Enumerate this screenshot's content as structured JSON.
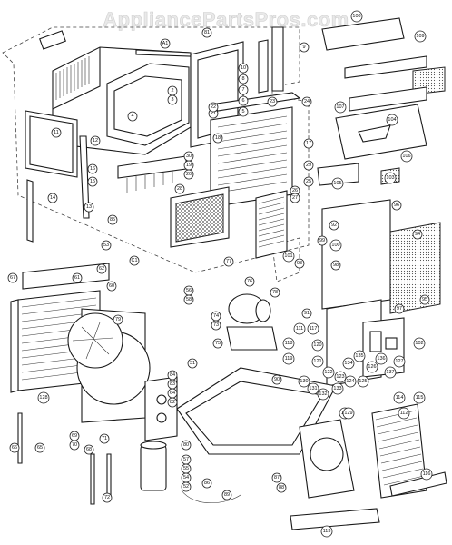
{
  "watermark": "AppliancePartsPros.com",
  "callouts": [
    {
      "id": "c-a1",
      "label": "A1"
    },
    {
      "id": "c-81",
      "label": "81"
    },
    {
      "id": "c-9",
      "label": "9"
    },
    {
      "id": "c-10",
      "label": "10"
    },
    {
      "id": "c-8",
      "label": "8"
    },
    {
      "id": "c-7",
      "label": "7"
    },
    {
      "id": "c-6",
      "label": "6"
    },
    {
      "id": "c-5",
      "label": "5"
    },
    {
      "id": "c-2",
      "label": "2"
    },
    {
      "id": "c-3",
      "label": "3"
    },
    {
      "id": "c-4",
      "label": "4"
    },
    {
      "id": "c-11",
      "label": "11"
    },
    {
      "id": "c-12",
      "label": "12"
    },
    {
      "id": "c-13",
      "label": "13"
    },
    {
      "id": "c-14",
      "label": "14"
    },
    {
      "id": "c-15",
      "label": "15"
    },
    {
      "id": "c-16",
      "label": "16"
    },
    {
      "id": "c-17",
      "label": "17"
    },
    {
      "id": "c-18",
      "label": "18"
    },
    {
      "id": "c-19",
      "label": "19"
    },
    {
      "id": "c-20",
      "label": "20"
    },
    {
      "id": "c-21",
      "label": "21"
    },
    {
      "id": "c-22",
      "label": "22"
    },
    {
      "id": "c-23",
      "label": "23"
    },
    {
      "id": "c-24",
      "label": "24"
    },
    {
      "id": "c-25",
      "label": "25"
    },
    {
      "id": "c-26",
      "label": "26"
    },
    {
      "id": "c-27",
      "label": "27"
    },
    {
      "id": "c-28",
      "label": "28"
    },
    {
      "id": "c-29",
      "label": "29"
    },
    {
      "id": "c-30",
      "label": "30"
    },
    {
      "id": "c-85",
      "label": "85"
    },
    {
      "id": "c-c1",
      "label": "C1"
    },
    {
      "id": "c-53",
      "label": "53"
    },
    {
      "id": "c-61",
      "label": "61"
    },
    {
      "id": "c-62",
      "label": "62"
    },
    {
      "id": "c-67",
      "label": "67"
    },
    {
      "id": "c-60",
      "label": "60"
    },
    {
      "id": "c-79",
      "label": "79"
    },
    {
      "id": "c-78",
      "label": "78"
    },
    {
      "id": "c-77",
      "label": "77"
    },
    {
      "id": "c-76",
      "label": "76"
    },
    {
      "id": "c-74",
      "label": "74"
    },
    {
      "id": "c-73",
      "label": "73"
    },
    {
      "id": "c-75",
      "label": "75"
    },
    {
      "id": "c-56",
      "label": "56"
    },
    {
      "id": "c-58",
      "label": "58"
    },
    {
      "id": "c-65",
      "label": "65"
    },
    {
      "id": "c-66",
      "label": "66"
    },
    {
      "id": "c-68",
      "label": "68"
    },
    {
      "id": "c-69",
      "label": "69"
    },
    {
      "id": "c-70",
      "label": "70"
    },
    {
      "id": "c-71",
      "label": "71"
    },
    {
      "id": "c-72",
      "label": "72"
    },
    {
      "id": "c-31",
      "label": "31"
    },
    {
      "id": "c-84",
      "label": "84"
    },
    {
      "id": "c-83",
      "label": "83"
    },
    {
      "id": "c-64",
      "label": "64"
    },
    {
      "id": "c-82",
      "label": "82"
    },
    {
      "id": "c-80",
      "label": "80"
    },
    {
      "id": "c-57",
      "label": "57"
    },
    {
      "id": "c-55",
      "label": "55"
    },
    {
      "id": "c-54",
      "label": "54"
    },
    {
      "id": "c-52",
      "label": "52"
    },
    {
      "id": "c-86",
      "label": "86"
    },
    {
      "id": "c-87",
      "label": "87"
    },
    {
      "id": "c-88",
      "label": "88"
    },
    {
      "id": "c-89",
      "label": "89"
    },
    {
      "id": "c-90",
      "label": "90"
    },
    {
      "id": "c-91",
      "label": "91"
    },
    {
      "id": "c-92",
      "label": "92"
    },
    {
      "id": "c-93",
      "label": "93"
    },
    {
      "id": "c-94",
      "label": "94"
    },
    {
      "id": "c-95",
      "label": "95"
    },
    {
      "id": "c-96",
      "label": "96"
    },
    {
      "id": "c-97",
      "label": "97"
    },
    {
      "id": "c-98",
      "label": "98"
    },
    {
      "id": "c-99",
      "label": "99"
    },
    {
      "id": "c-100",
      "label": "100"
    },
    {
      "id": "c-101",
      "label": "101"
    },
    {
      "id": "c-102",
      "label": "102"
    },
    {
      "id": "c-103",
      "label": "103"
    },
    {
      "id": "c-104",
      "label": "104"
    },
    {
      "id": "c-105",
      "label": "105"
    },
    {
      "id": "c-106",
      "label": "106"
    },
    {
      "id": "c-107",
      "label": "107"
    },
    {
      "id": "c-108",
      "label": "108"
    },
    {
      "id": "c-109",
      "label": "109"
    },
    {
      "id": "c-110",
      "label": "110"
    },
    {
      "id": "c-111",
      "label": "111"
    },
    {
      "id": "c-112",
      "label": "112"
    },
    {
      "id": "c-113",
      "label": "113"
    },
    {
      "id": "c-114",
      "label": "114"
    },
    {
      "id": "c-115",
      "label": "115"
    },
    {
      "id": "c-116",
      "label": "116"
    },
    {
      "id": "c-117",
      "label": "117"
    },
    {
      "id": "c-118",
      "label": "118"
    },
    {
      "id": "c-119",
      "label": "119"
    },
    {
      "id": "c-120",
      "label": "120"
    },
    {
      "id": "c-121",
      "label": "121"
    },
    {
      "id": "c-122",
      "label": "122"
    },
    {
      "id": "c-123",
      "label": "123"
    },
    {
      "id": "c-124",
      "label": "124"
    },
    {
      "id": "c-125",
      "label": "125"
    },
    {
      "id": "c-126",
      "label": "126"
    },
    {
      "id": "c-127",
      "label": "127"
    },
    {
      "id": "c-128",
      "label": "128"
    },
    {
      "id": "c-129",
      "label": "129"
    },
    {
      "id": "c-130",
      "label": "130"
    },
    {
      "id": "c-131",
      "label": "131"
    },
    {
      "id": "c-132",
      "label": "132"
    },
    {
      "id": "c-133",
      "label": "133"
    },
    {
      "id": "c-134",
      "label": "134"
    },
    {
      "id": "c-135",
      "label": "135"
    },
    {
      "id": "c-136",
      "label": "136"
    },
    {
      "id": "c-137",
      "label": "137"
    }
  ]
}
